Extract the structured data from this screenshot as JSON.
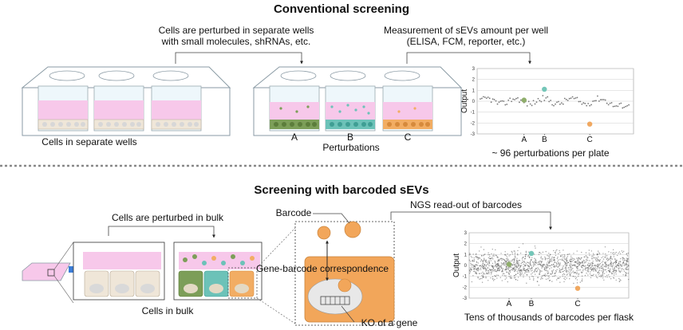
{
  "top": {
    "title": "Conventional screening",
    "note_perturbed_line1": "Cells are perturbed in separate wells",
    "note_perturbed_line2": "with small molecules, shRNAs, etc.",
    "note_measure_line1": "Measurement of sEVs amount per well",
    "note_measure_line2": "(ELISA, FCM, reporter, etc.)",
    "plate1_caption": "Cells in separate wells",
    "well_labels": [
      "A",
      "B",
      "C"
    ],
    "plate2_caption": "Perturbations",
    "plot_caption": "~ 96 perturbations per plate"
  },
  "bottom": {
    "title": "Screening with barcoded sEVs",
    "note_bulk": "Cells are perturbed in bulk",
    "note_ngs": "NGS read-out of barcodes",
    "flask_caption": "Cells in bulk",
    "barcode_label": "Barcode",
    "correspondence_label": "Gene-barcode correspondence",
    "ko_label": "KO of a gene",
    "plot_caption": "Tens of thousands of barcodes per flask"
  },
  "chart_data": [
    {
      "type": "scatter",
      "ylabel": "Output",
      "ylim": [
        -3,
        3
      ],
      "yticks": [
        -3,
        -2,
        -1,
        0,
        1,
        2,
        3
      ],
      "xcategories": [
        "A",
        "B",
        "C"
      ],
      "highlight": [
        {
          "label": "A",
          "x": 0.3,
          "y": 0.1,
          "color": "#8fae6b"
        },
        {
          "label": "B",
          "x": 0.43,
          "y": 1.1,
          "color": "#74c6b8"
        },
        {
          "label": "C",
          "x": 0.72,
          "y": -2.1,
          "color": "#f0a860"
        }
      ],
      "approx_points": 96
    },
    {
      "type": "scatter",
      "ylabel": "Output",
      "ylim": [
        -3,
        3
      ],
      "yticks": [
        -3,
        -2,
        -1,
        0,
        1,
        2,
        3
      ],
      "xcategories": [
        "A",
        "B",
        "C"
      ],
      "highlight": [
        {
          "label": "A",
          "x": 0.25,
          "y": 0.1,
          "color": "#8fae6b"
        },
        {
          "label": "B",
          "x": 0.39,
          "y": 1.1,
          "color": "#74c6b8"
        },
        {
          "label": "C",
          "x": 0.68,
          "y": -2.1,
          "color": "#f0a860"
        }
      ]
    }
  ],
  "colors": {
    "medium": "#f7c8ea",
    "cell": "#efe6d8",
    "green": "#7c9e58",
    "teal": "#6cc2b8",
    "orange": "#f2ad63",
    "bigcell": "#f2a65a"
  }
}
